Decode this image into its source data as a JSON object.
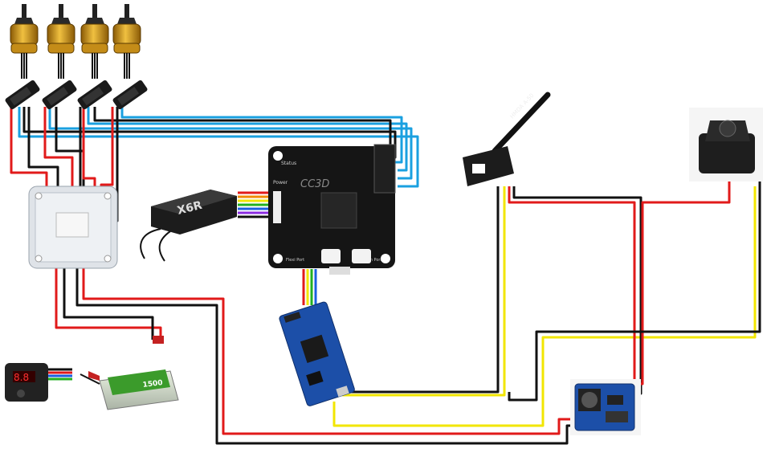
{
  "colors": {
    "wire_red": "#e11a1a",
    "wire_black": "#111111",
    "wire_yellow": "#f2e600",
    "wire_blue": "#1aa0e0",
    "wire_green": "#22b020",
    "wire_purple": "#8a2be2",
    "board_black": "#151515",
    "board_blue": "#1c4fa8",
    "motor_gold": "#d9a21b",
    "lipo_green": "#3b9b2b"
  },
  "labels": {
    "receiver_model": "X6R",
    "fc_name": "CC3D",
    "fc_pin_power": "Power",
    "fc_pin_status": "Status",
    "fc_pin_flexi": "Flexi Port",
    "fc_pin_main": "Main Port",
    "vtx_model": "HMDA A-50",
    "lipo_capacity": "1500"
  },
  "icons": {
    "motor": "brushless-motor-icon",
    "esc": "esc-icon",
    "pdb": "power-distribution-board-icon",
    "receiver": "rc-receiver-icon",
    "flight_controller": "cc3d-board-icon",
    "osd": "osd-module-icon",
    "vtx": "video-transmitter-icon",
    "camera": "fpv-camera-icon",
    "regulator": "voltage-regulator-icon",
    "battery": "lipo-battery-icon",
    "alarm": "battery-alarm-icon"
  }
}
